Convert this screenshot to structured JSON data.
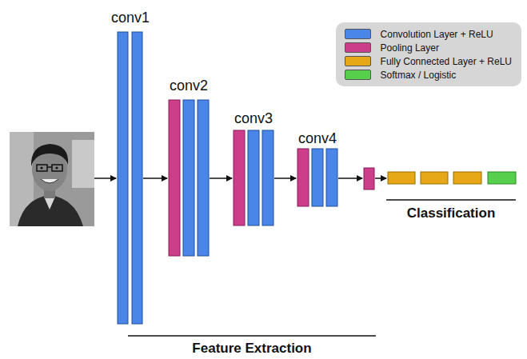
{
  "diagram": {
    "labels": [
      "conv1",
      "conv2",
      "conv3",
      "conv4",
      "Classification",
      "Feature Extraction"
    ],
    "legend": [
      {
        "text": "Convolution Layer + ReLU",
        "color": "#4a86e8"
      },
      {
        "text": "Pooling Layer",
        "color": "#cc3d8a"
      },
      {
        "text": "Fully Connected Layer + ReLU",
        "color": "#e6a817"
      },
      {
        "text": "Softmax / Logistic",
        "color": "#55cf4c"
      }
    ]
  }
}
